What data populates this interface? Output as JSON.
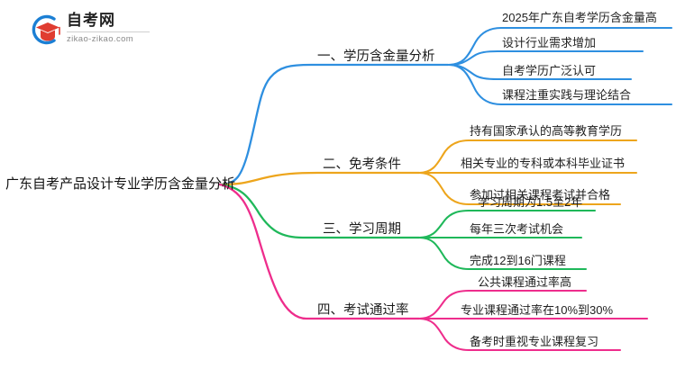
{
  "logo": {
    "name": "自考网",
    "url": "zikao-zikao.com",
    "mark_icon": "graduation-cap-icon",
    "arc_color": "#1b7fd4",
    "cap_color": "#e03c31"
  },
  "mindmap": {
    "root": {
      "label": "广东自考产品设计专业学历含金量分析"
    },
    "branches": [
      {
        "label": "一、学历含金量分析",
        "color": "#2e8fe0",
        "leaves": [
          {
            "label": "2025年广东自考学历含金量高"
          },
          {
            "label": "设计行业需求增加"
          },
          {
            "label": "自考学历广泛认可"
          },
          {
            "label": "课程注重实践与理论结合"
          }
        ]
      },
      {
        "label": "二、免考条件",
        "color": "#eda51c",
        "leaves": [
          {
            "label": "持有国家承认的高等教育学历"
          },
          {
            "label": "相关专业的专科或本科毕业证书"
          },
          {
            "label": "参加过相关课程考试并合格"
          }
        ]
      },
      {
        "label": "三、学习周期",
        "color": "#1fb85a",
        "leaves": [
          {
            "label": "学习周期为1.5至2年"
          },
          {
            "label": "每年三次考试机会"
          },
          {
            "label": "完成12到16门课程"
          }
        ]
      },
      {
        "label": "四、考试通过率",
        "color": "#ee2d8c",
        "leaves": [
          {
            "label": "公共课程通过率高"
          },
          {
            "label": "专业课程通过率在10%到30%"
          },
          {
            "label": "备考时重视专业课程复习"
          }
        ]
      }
    ]
  }
}
